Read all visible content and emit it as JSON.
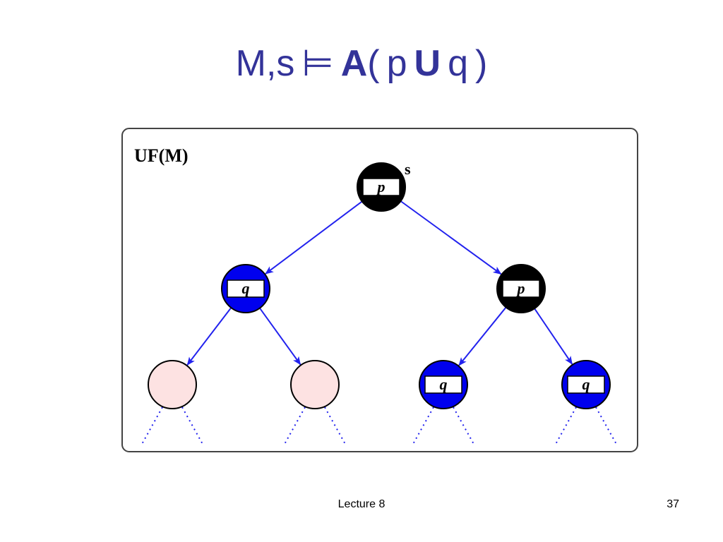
{
  "slide": {
    "title": {
      "model": "M,s",
      "models": "⊨",
      "all_paths": "A",
      "open_paren": "(",
      "left_prop": "p",
      "until": "U",
      "right_prop": "q",
      "close_paren": ")"
    },
    "footer": {
      "lecture": "Lecture 8",
      "page_number": "37"
    }
  },
  "diagram": {
    "box_label": "UF(M)",
    "root_label": "s",
    "colors": {
      "title": "#333399",
      "edge": "#2222ee",
      "state_p": "#000000",
      "state_q": "#0000ee",
      "state_unlabeled": "#fde2e2"
    },
    "states": [
      {
        "id": "root",
        "level": 0,
        "kind": "p",
        "prop": "p"
      },
      {
        "id": "l1-left",
        "level": 1,
        "kind": "q",
        "prop": "q"
      },
      {
        "id": "l1-right",
        "level": 1,
        "kind": "p",
        "prop": "p"
      },
      {
        "id": "l2-1",
        "level": 2,
        "kind": "unlabeled",
        "prop": ""
      },
      {
        "id": "l2-2",
        "level": 2,
        "kind": "unlabeled",
        "prop": ""
      },
      {
        "id": "l2-3",
        "level": 2,
        "kind": "q",
        "prop": "q"
      },
      {
        "id": "l2-4",
        "level": 2,
        "kind": "q",
        "prop": "q"
      }
    ],
    "transitions": [
      {
        "from": "root",
        "to": "l1-left"
      },
      {
        "from": "root",
        "to": "l1-right"
      },
      {
        "from": "l1-left",
        "to": "l2-1"
      },
      {
        "from": "l1-left",
        "to": "l2-2"
      },
      {
        "from": "l1-right",
        "to": "l2-3"
      },
      {
        "from": "l1-right",
        "to": "l2-4"
      }
    ],
    "continuations": "dotted"
  }
}
